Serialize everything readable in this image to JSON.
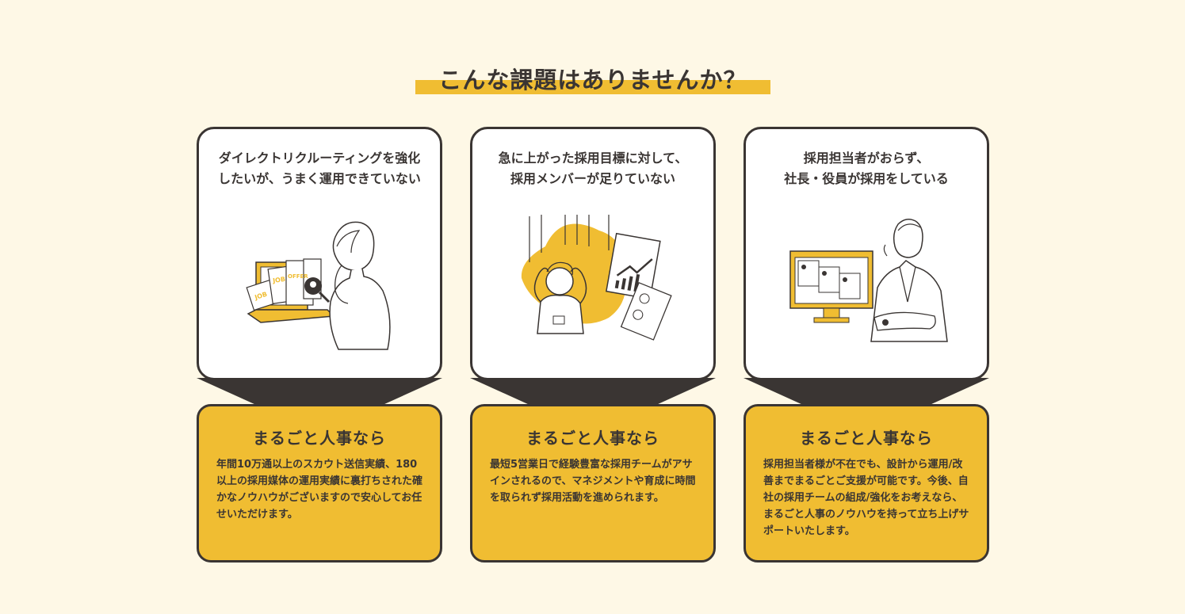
{
  "section": {
    "title": "こんな課題はありませんか？",
    "accent_color": "#f0bd32",
    "background_color": "#fef8e6",
    "border_color": "#3a3533"
  },
  "cards": [
    {
      "problem": "ダイレクトリクルーティングを強化したいが、うまく運用できていない",
      "illustration": "person-with-laptop-job-offers-icon",
      "solution_title": "まるごと人事なら",
      "solution_text": "年間10万通以上のスカウト送信実績、180以上の採用媒体の運用実績に裏打ちされた確かなノウハウがございますので安心してお任せいただけます。"
    },
    {
      "problem": "急に上がった採用目標に対して、\n採用メンバーが足りていない",
      "illustration": "stressed-person-with-chart-icon",
      "solution_title": "まるごと人事なら",
      "solution_text": "最短5営業日で経験豊富な採用チームがアサインされるので、マネジメントや育成に時間を取られず採用活動を進められます。"
    },
    {
      "problem": "採用担当者がおらず、\n社長・役員が採用をしている",
      "illustration": "executive-with-monitor-icon",
      "solution_title": "まるごと人事なら",
      "solution_text": "採用担当者様が不在でも、設計から運用/改善までまるごとご支援が可能です。今後、自社の採用チームの組成/強化をお考えなら、まるごと人事のノウハウを持って立ち上げサポートいたします。"
    }
  ]
}
